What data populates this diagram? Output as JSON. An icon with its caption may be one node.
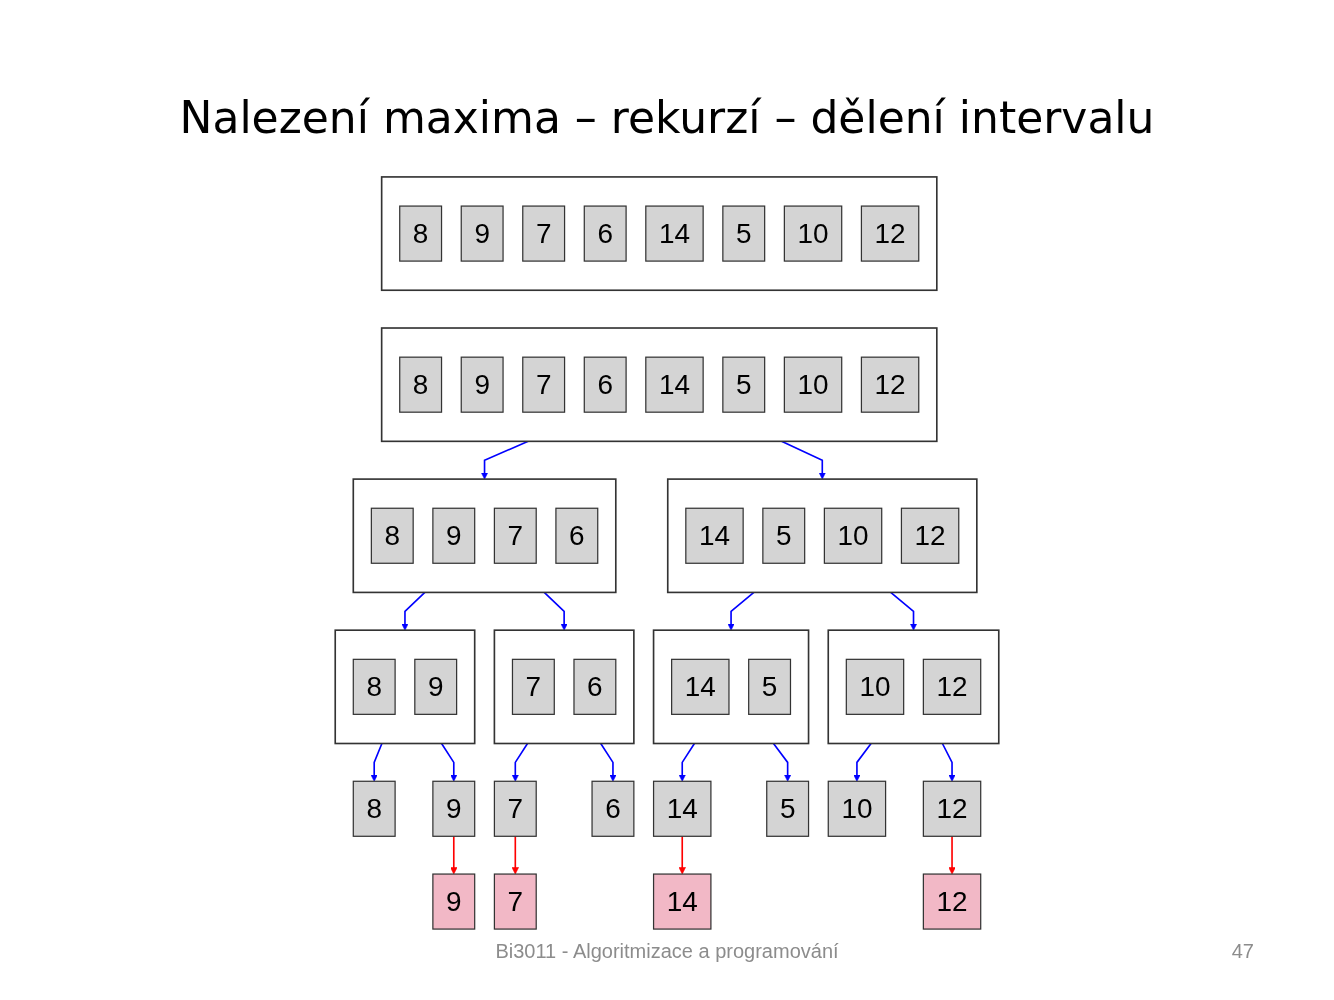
{
  "diagram": {
    "title": "Nalezení maxima – rekurzí – dělení intervalu",
    "nodes": [
      {
        "text": [],
        "shape": "box"
      },
      {
        "text": [
          "8"
        ],
        "in": 0
      },
      {
        "text": [
          "9"
        ],
        "in": 0
      },
      {
        "text": [
          "7"
        ],
        "in": 0
      },
      {
        "text": [
          "6"
        ],
        "in": 0
      },
      {
        "text": [
          "14"
        ],
        "in": 0
      },
      {
        "text": [
          "5"
        ],
        "in": 0
      },
      {
        "text": [
          "10"
        ],
        "in": 0
      },
      {
        "text": [
          "12"
        ],
        "in": 0
      },
      {
        "text": [],
        "shape": "box"
      },
      {
        "text": [
          "8"
        ],
        "in": 9
      },
      {
        "text": [
          "9"
        ],
        "in": 9
      },
      {
        "text": [
          "7"
        ],
        "in": 9
      },
      {
        "text": [
          "6"
        ],
        "in": 9
      },
      {
        "text": [
          "14"
        ],
        "in": 9
      },
      {
        "text": [
          "5"
        ],
        "in": 9
      },
      {
        "text": [
          "10"
        ],
        "in": 9
      },
      {
        "text": [
          "12"
        ],
        "in": 9
      },
      {
        "text": [],
        "shape": "box"
      },
      {
        "text": [
          "8"
        ],
        "in": 18
      },
      {
        "text": [
          "9"
        ],
        "in": 18
      },
      {
        "text": [
          "7"
        ],
        "in": 18
      },
      {
        "text": [
          "6"
        ],
        "in": 18
      },
      {
        "text": [],
        "shape": "box"
      },
      {
        "text": [
          "14"
        ],
        "in": 23
      },
      {
        "text": [
          "5"
        ],
        "in": 23
      },
      {
        "text": [
          "10"
        ],
        "in": 23
      },
      {
        "text": [
          "12"
        ],
        "in": 23
      },
      {
        "text": [],
        "shape": "box"
      },
      {
        "text": [
          "8"
        ],
        "in": 28
      },
      {
        "text": [
          "9"
        ],
        "in": 28
      },
      {
        "text": [],
        "shape": "box"
      },
      {
        "text": [
          "7"
        ],
        "in": 31
      },
      {
        "text": [
          "6"
        ],
        "in": 31
      },
      {
        "text": [],
        "shape": "box"
      },
      {
        "text": [
          "14"
        ],
        "in": 34
      },
      {
        "text": [
          "5"
        ],
        "in": 34
      },
      {
        "text": [],
        "shape": "box"
      },
      {
        "text": [
          "10"
        ],
        "in": 37
      },
      {
        "text": [
          "12"
        ],
        "in": 37
      },
      {
        "text": [
          "8"
        ]
      },
      {
        "text": [
          "9"
        ]
      },
      {
        "text": [
          "7"
        ]
      },
      {
        "text": [
          "6"
        ]
      },
      {
        "text": [
          "14"
        ]
      },
      {
        "text": [
          "5"
        ]
      },
      {
        "text": [
          "10"
        ]
      },
      {
        "text": [
          "12"
        ]
      },
      {
        "text": [
          "9"
        ]
      },
      {
        "text": [
          "7"
        ]
      },
      {
        "text": [
          "14"
        ]
      },
      {
        "text": [
          "12"
        ]
      }
    ],
    "edges": [
      {
        "from": 9,
        "to": 18,
        "arrow": "to"
      },
      {
        "from": 9,
        "to": 23,
        "arrow": "to"
      },
      {
        "from": 18,
        "to": 28,
        "arrow": "to"
      },
      {
        "from": 18,
        "to": 31,
        "arrow": "to"
      },
      {
        "from": 23,
        "to": 34,
        "arrow": "to"
      },
      {
        "from": 23,
        "to": 37,
        "arrow": "to"
      },
      {
        "from": 28,
        "to": 40,
        "arrow": "to"
      },
      {
        "from": 28,
        "to": 41,
        "arrow": "to"
      },
      {
        "from": 31,
        "to": 42,
        "arrow": "to"
      },
      {
        "from": 31,
        "to": 43,
        "arrow": "to"
      },
      {
        "from": 34,
        "to": 44,
        "arrow": "to"
      },
      {
        "from": 34,
        "to": 45,
        "arrow": "to"
      },
      {
        "from": 37,
        "to": 46,
        "arrow": "to"
      },
      {
        "from": 37,
        "to": 47,
        "arrow": "to"
      },
      {
        "from": 41,
        "to": 48,
        "arrow": "to",
        "color": "#ff0000"
      },
      {
        "from": 42,
        "to": 49,
        "arrow": "to",
        "color": "#ff0000"
      },
      {
        "from": 44,
        "to": 50,
        "arrow": "to",
        "color": "#ff0000"
      },
      {
        "from": 47,
        "to": 51,
        "arrow": "to",
        "color": "#ff0000"
      }
    ],
    "labels": [
      "Bi3011 - Algoritmizace a programování",
      "47"
    ]
  }
}
